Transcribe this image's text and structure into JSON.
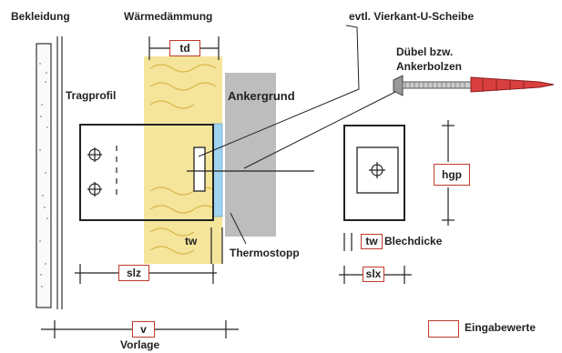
{
  "labels": {
    "bekleidung": "Bekleidung",
    "waermedaemmung": "Wärmedämmung",
    "vierkant": "evtl. Vierkant-U-Scheibe",
    "duebel_line1": "Dübel bzw.",
    "duebel_line2": "Ankerbolzen",
    "tragprofil": "Tragprofil",
    "ankergrund": "Ankergrund",
    "thermostopp": "Thermostopp",
    "blechdicke": "Blechdicke",
    "vorlage": "Vorlage",
    "eingabewerte": "Eingabewerte"
  },
  "inputs": {
    "td": "td",
    "tw_left": "tw",
    "tw_right": "tw",
    "slz": "slz",
    "slx": "slx",
    "hgp": "hgp",
    "v": "v"
  },
  "colors": {
    "input_border": "#c0392b",
    "insulation": "#f3e08a",
    "anchor_ground": "#bdbdbd",
    "thermostopp": "#9fd3f0"
  }
}
